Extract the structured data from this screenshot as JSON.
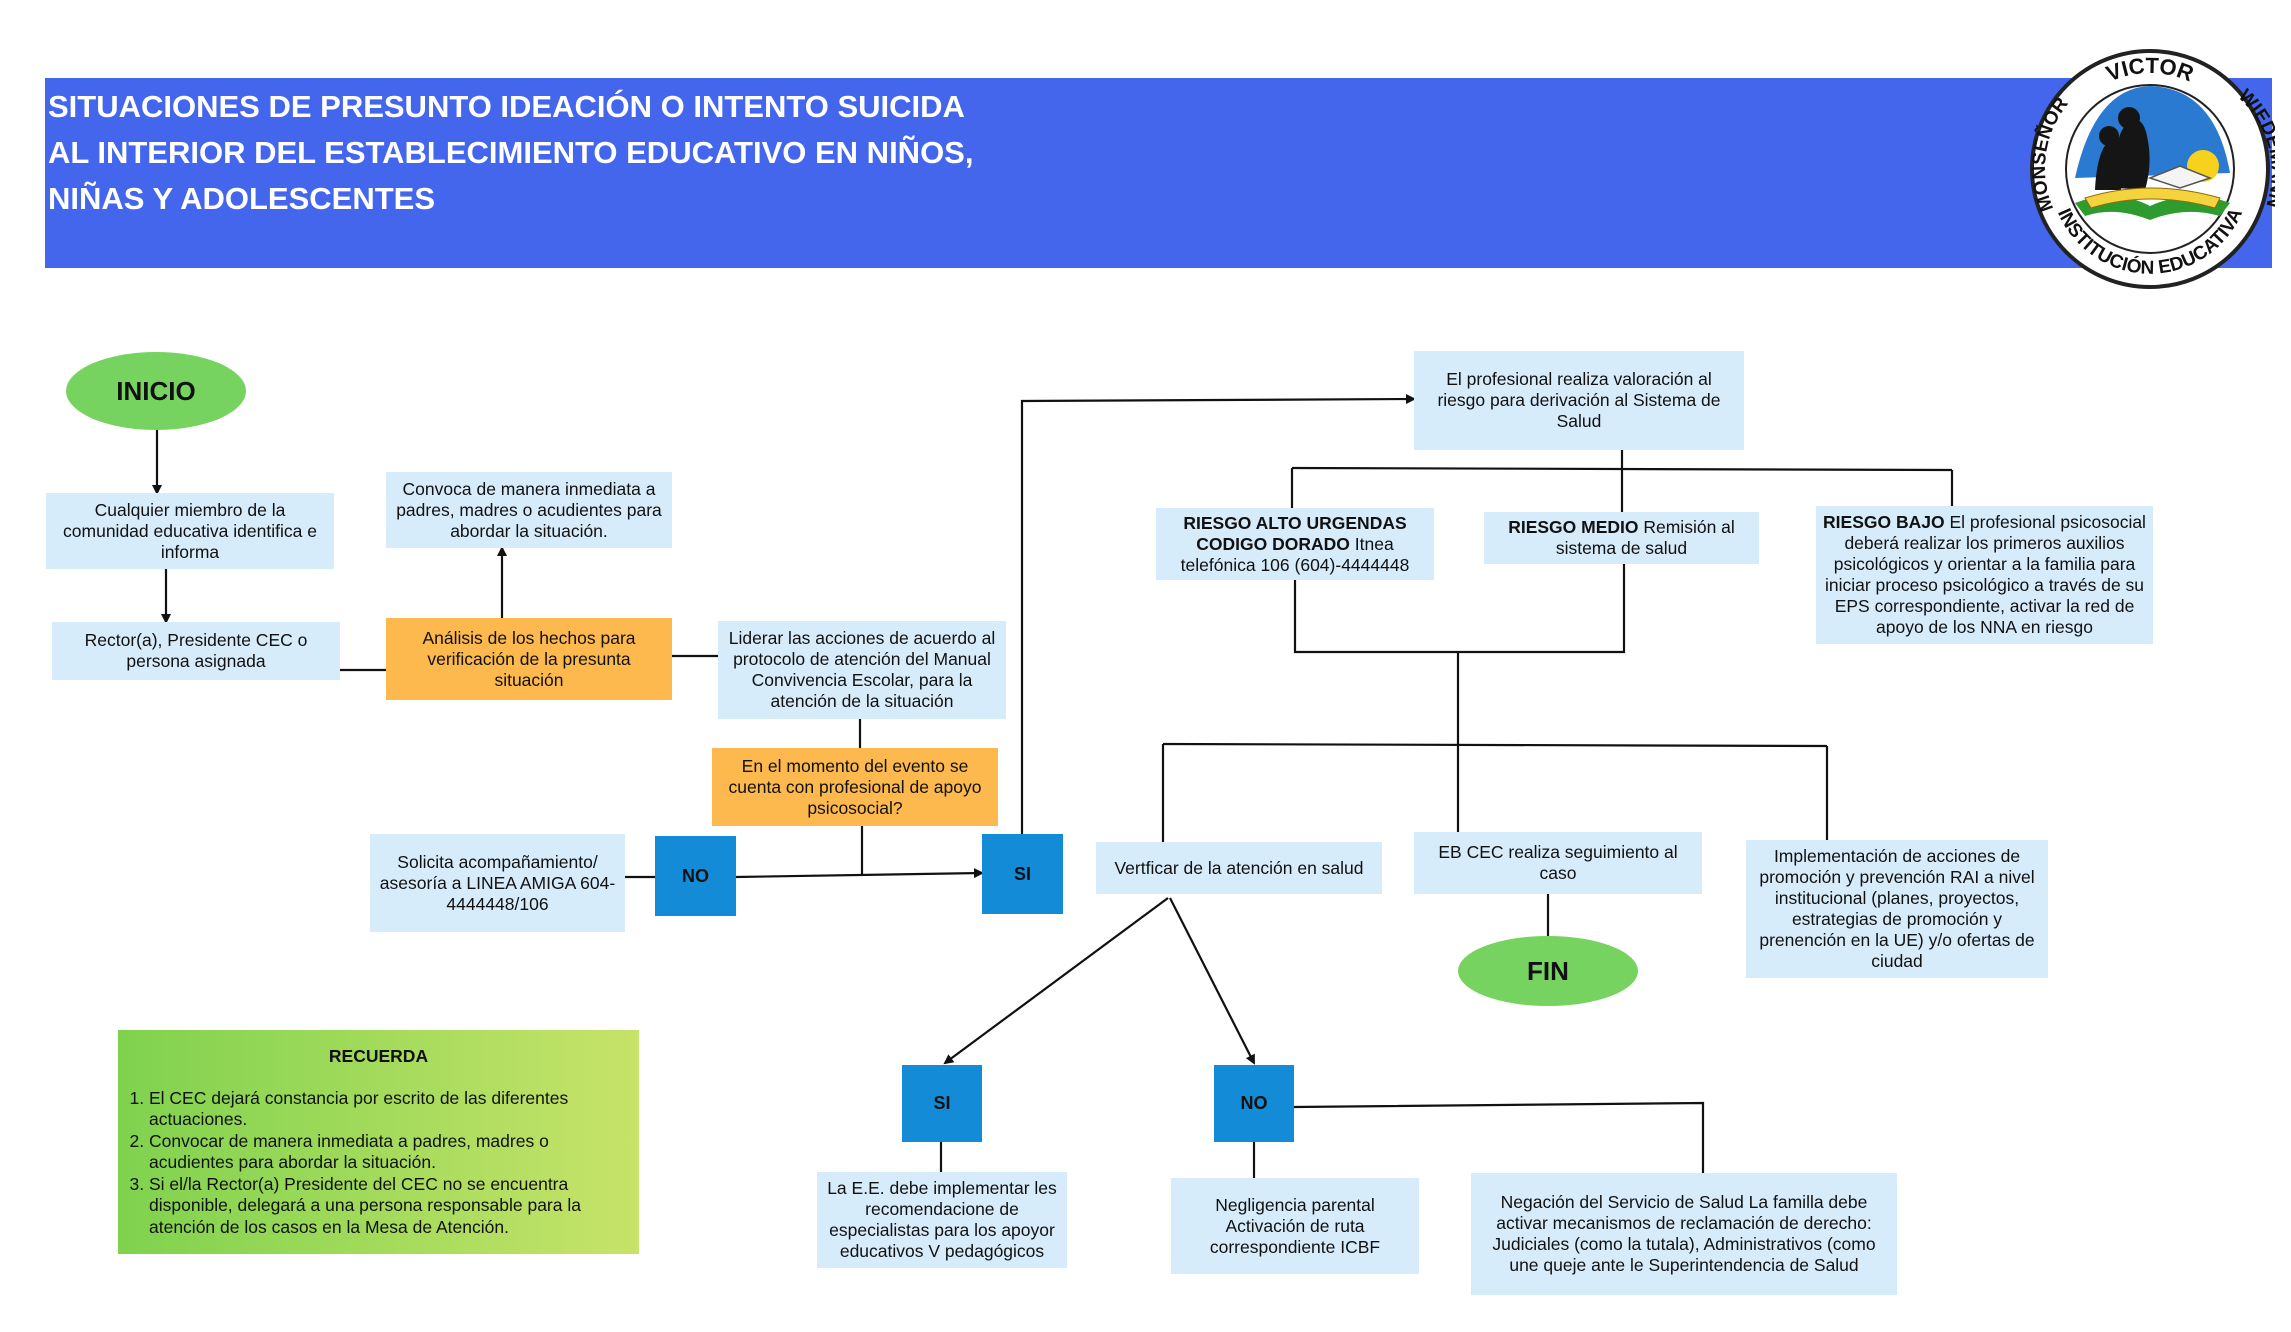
{
  "header": {
    "title_lines": [
      "SITUACIONES DE PRESUNTO IDEACIÓN O INTENTO SUICIDA",
      "AL INTERIOR DEL ESTABLECIMIENTO EDUCATIVO EN NIÑOS,",
      "NIÑAS Y ADOLESCENTES"
    ],
    "banner_color": "#4366ec"
  },
  "logo": {
    "arc_top": "VICTOR",
    "arc_left": "MONSEÑOR",
    "arc_right": "WIEDEMANN",
    "arc_bottom": "INSTITUCIÓN EDUCATIVA"
  },
  "nodes": {
    "inicio": "INICIO",
    "fin": "FIN",
    "identifica": "Cualquier miembro de la comunidad educativa identifica e informa",
    "rector": "Rector(a), Presidente CEC o persona asignada",
    "analisis": "Análisis de los hechos para verificación de la presunta situación",
    "convoca": "Convoca de manera inmediata a padres, madres o acudientes para abordar la situación.",
    "liderar": "Liderar las acciones de acuerdo al protocolo de atención del Manual Convivencia Escolar, para la atención de la situación",
    "pregunta": "En el momento del evento se cuenta con profesional de apoyo psicosocial?",
    "no_1": "NO",
    "si_1": "SI",
    "solicita": "Solicita acompañamiento/ asesoría a LINEA AMIGA 604-4444448/106",
    "valoracion": "El profesional realiza valoración al riesgo para derivación al Sistema de Salud",
    "riesgo_alto_bold": "RIESGO ALTO URGENDAS CODIGO DORADO",
    "riesgo_alto_text": " Itnea telefónica 106 (604)-4444448",
    "riesgo_medio_bold": "RIESGO MEDIO",
    "riesgo_medio_text": " Remisión al sistema de salud",
    "riesgo_bajo_bold": "RIESGO BAJO",
    "riesgo_bajo_text": " El profesional psicosocial deberá realizar los primeros auxilios psicológicos y orientar a la familia para iniciar proceso psicológico a través de su EPS correspondiente, activar la red de apoyo de los NNA en riesgo",
    "verificar": "Vertficar de la atención en salud",
    "seguimiento": "EB CEC realiza seguimiento al caso",
    "implementacion": "Implementación de acciones de promoción y prevención RAI a nivel institucional (planes, proyectos, estrategias de promoción y prenención en la UE) y/o ofertas de ciudad",
    "si_2": "SI",
    "no_2": "NO",
    "implementar": "La E.E. debe implementar les recomendacione de especialistas para los apoyor educativos V pedagógicos",
    "negligencia": "Negligencia parental Activación de ruta correspondiente ICBF",
    "negacion": "Negación del Servicio de Salud La familla debe activar mecanismos de reclamación de derecho: Judiciales (como la tutala), Administrativos (como une queje ante le Superintendencia de Salud"
  },
  "recuerda": {
    "title": "RECUERDA",
    "items": [
      "El CEC dejará constancia por escrito de las diferentes actuaciones.",
      "Convocar de manera inmediata a padres, madres o acudientes para abordar la situación.",
      "Si el/la Rector(a) Presidente del CEC no se encuentra disponible, delegará a una persona responsable para la atención de los casos en la Mesa de Atención."
    ]
  },
  "colors": {
    "light_box": "#d7ecfb",
    "orange_box": "#fdb94d",
    "decision_box": "#138bd6",
    "terminal": "#77d35f"
  }
}
